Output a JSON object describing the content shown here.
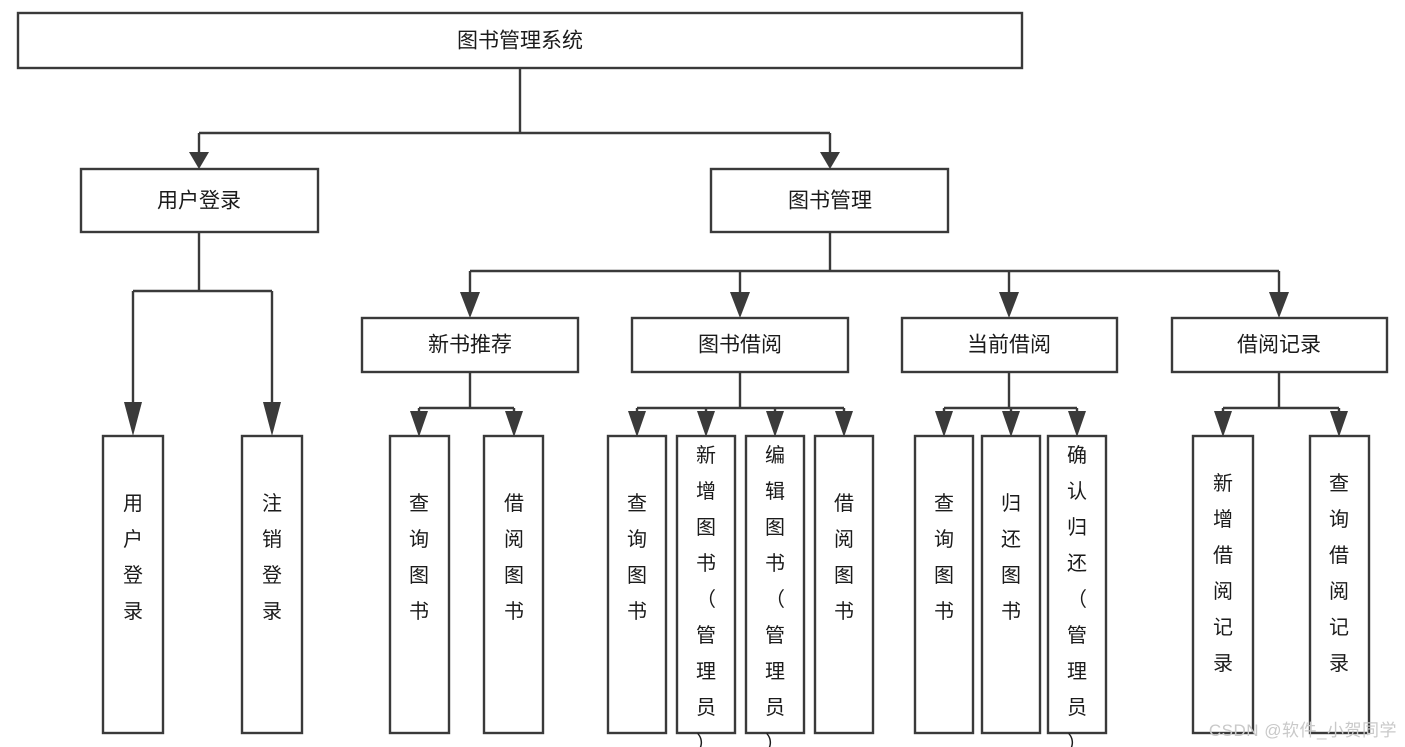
{
  "diagram": {
    "type": "tree",
    "title_node": "图书管理系统",
    "watermark": "CSDN @软件_小贺同学",
    "colors": {
      "stroke": "#3a3a3a",
      "fill": "#ffffff",
      "text": "#1b1b1b",
      "watermark": "#c9c9c9",
      "background": "#ffffff"
    },
    "levels": {
      "root": {
        "label": "图书管理系统"
      },
      "level2": [
        {
          "id": "user-login",
          "label": "用户登录"
        },
        {
          "id": "book-management",
          "label": "图书管理"
        }
      ],
      "level3": [
        {
          "id": "new-book-recommend",
          "label": "新书推荐",
          "parent": "book-management"
        },
        {
          "id": "book-borrow",
          "label": "图书借阅",
          "parent": "book-management"
        },
        {
          "id": "current-borrow",
          "label": "当前借阅",
          "parent": "book-management"
        },
        {
          "id": "borrow-record",
          "label": "借阅记录",
          "parent": "book-management"
        }
      ],
      "leaves": [
        {
          "id": "leaf-user-login",
          "label": "用户登录",
          "parent": "user-login"
        },
        {
          "id": "leaf-logout-login",
          "label": "注销登录",
          "parent": "user-login"
        },
        {
          "id": "leaf-query-book-1",
          "label": "查询图书",
          "parent": "new-book-recommend"
        },
        {
          "id": "leaf-borrow-book-1",
          "label": "借阅图书",
          "parent": "new-book-recommend"
        },
        {
          "id": "leaf-query-book-2",
          "label": "查询图书",
          "parent": "book-borrow"
        },
        {
          "id": "leaf-add-book-admin",
          "label": "新增图书（管理员）",
          "parent": "book-borrow"
        },
        {
          "id": "leaf-edit-book-admin",
          "label": "编辑图书（管理员）",
          "parent": "book-borrow"
        },
        {
          "id": "leaf-borrow-book-2",
          "label": "借阅图书",
          "parent": "book-borrow"
        },
        {
          "id": "leaf-query-book-3",
          "label": "查询图书",
          "parent": "current-borrow"
        },
        {
          "id": "leaf-return-book",
          "label": "归还图书",
          "parent": "current-borrow"
        },
        {
          "id": "leaf-confirm-return-admin",
          "label": "确认归还（管理员）",
          "parent": "current-borrow"
        },
        {
          "id": "leaf-add-borrow-record",
          "label": "新增借阅记录",
          "parent": "borrow-record"
        },
        {
          "id": "leaf-query-borrow-record",
          "label": "查询借阅记录",
          "parent": "borrow-record"
        }
      ]
    }
  }
}
